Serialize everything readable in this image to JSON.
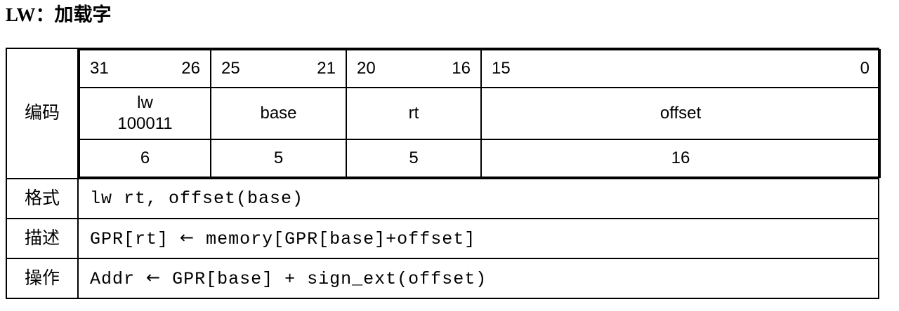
{
  "title": "LW：加载字",
  "table": {
    "row_labels": {
      "encoding": "编码",
      "format": "格式",
      "description": "描述",
      "operation": "操作"
    },
    "encoding": {
      "bit_ranges": [
        {
          "high": "31",
          "low": "26"
        },
        {
          "high": "25",
          "low": "21"
        },
        {
          "high": "20",
          "low": "16"
        },
        {
          "high": "15",
          "low": "0"
        }
      ],
      "fields": [
        {
          "name": "lw",
          "bits": "100011",
          "width": "6"
        },
        {
          "name": "base",
          "bits": "",
          "width": "5"
        },
        {
          "name": "rt",
          "bits": "",
          "width": "5"
        },
        {
          "name": "offset",
          "bits": "",
          "width": "16"
        }
      ]
    },
    "format": {
      "text": "lw rt, offset(base)"
    },
    "description": {
      "lhs": "GPR[rt] ",
      "arrow": "←",
      "rhs": " memory[GPR[base]+offset]"
    },
    "operation": {
      "lhs": "Addr ",
      "arrow": "←",
      "rhs": " GPR[base] + sign_ext(offset)"
    }
  },
  "colors": {
    "text": "#000000",
    "border": "#000000",
    "background": "#ffffff"
  }
}
